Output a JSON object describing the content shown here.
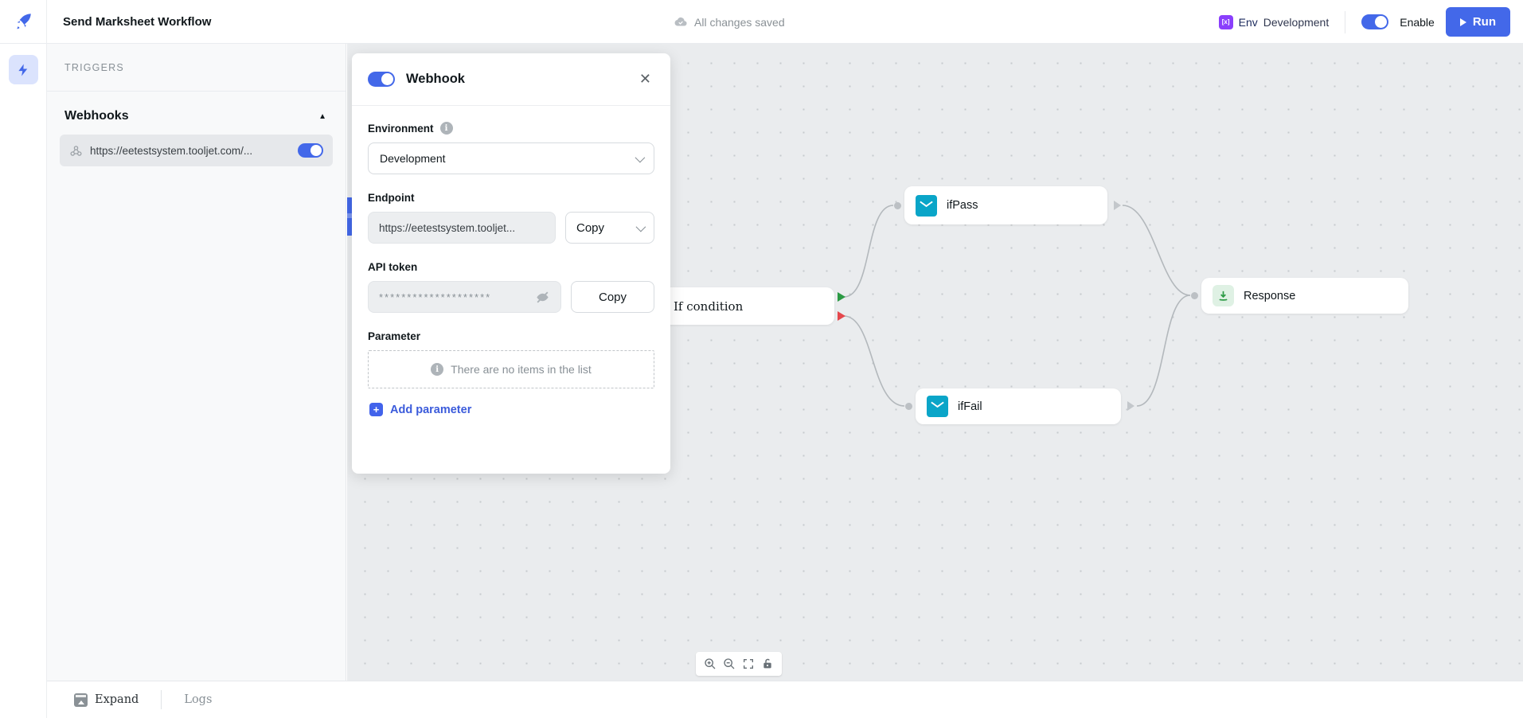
{
  "topbar": {
    "title": "Send Marksheet Workflow",
    "saved_status": "All changes saved",
    "env_label": "Env",
    "env_value": "Development",
    "enable_label": "Enable",
    "run_label": "Run",
    "env_icon_text": "[x]"
  },
  "sidebar": {
    "section_title": "TRIGGERS",
    "group_title": "Webhooks",
    "collapse_icon": "▲",
    "webhook_item": {
      "url": "https://eetestsystem.tooljet.com/...",
      "enabled": "on"
    }
  },
  "modal": {
    "title": "Webhook",
    "enabled": "on",
    "close_glyph": "✕",
    "environment": {
      "label": "Environment",
      "value": "Development"
    },
    "endpoint": {
      "label": "Endpoint",
      "value": "https://eetestsystem.tooljet...",
      "copy_label": "Copy"
    },
    "api_token": {
      "label": "API token",
      "masked_value": "********************",
      "copy_label": "Copy"
    },
    "parameter": {
      "label": "Parameter",
      "empty_text": "There are no items in the list",
      "add_label": "Add parameter",
      "plus_glyph": "+",
      "info_glyph": "i"
    }
  },
  "canvas": {
    "nodes": [
      {
        "id": "if-condition",
        "label": "If condition",
        "type": "if"
      },
      {
        "id": "ifPass",
        "label": "ifPass",
        "type": "smtp-mail"
      },
      {
        "id": "ifFail",
        "label": "ifFail",
        "type": "smtp-mail"
      },
      {
        "id": "response",
        "label": "Response",
        "type": "response"
      }
    ],
    "controls": [
      "zoom-in",
      "zoom-out",
      "fit-view",
      "lock"
    ]
  },
  "bottombar": {
    "expand_label": "Expand",
    "logs_label": "Logs"
  },
  "colors": {
    "accent_blue": "#4368e9",
    "toggle_blue": "#4368e9",
    "mail_icon": "#0aa5c8",
    "response_icon_bg": "#dff1e4",
    "response_icon_fg": "#2b9a44",
    "port_green": "#2b9a44",
    "port_red": "#e5484d",
    "canvas_bg": "#eaecee",
    "env_badge_purple": "#8a3ffc"
  }
}
